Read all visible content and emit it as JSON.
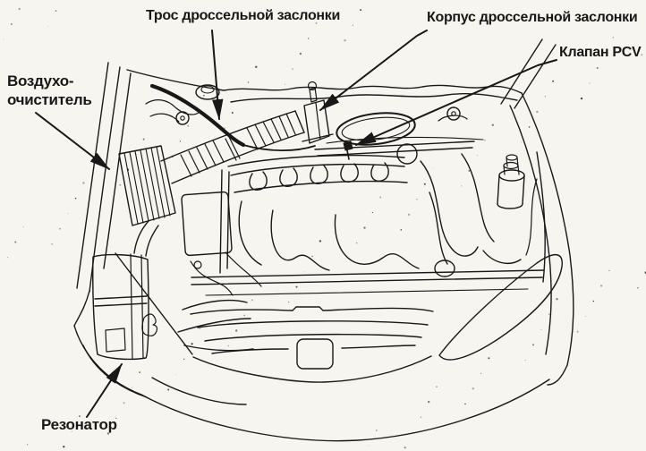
{
  "colors": {
    "ink": "#181818",
    "paper": "#f6f5f0"
  },
  "labels": {
    "throttle_cable": "Трос дроссельной заслонки",
    "throttle_body": "Корпус дроссельной заслонки",
    "pcv_valve": "Клапан PCV",
    "air_cleaner_line1": "Воздухо-",
    "air_cleaner_line2": "очиститель",
    "resonator": "Резонатор"
  }
}
